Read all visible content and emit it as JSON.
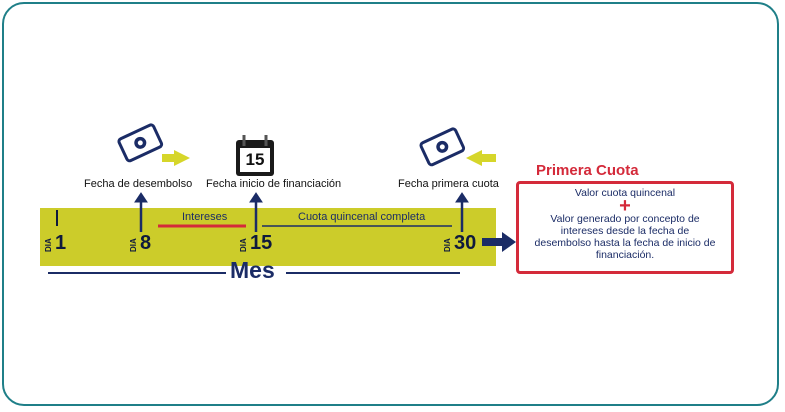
{
  "timeline": {
    "labels": {
      "disbursement": "Fecha de desembolso",
      "financing_start": "Fecha inicio de financiación",
      "first_payment": "Fecha primera cuota"
    },
    "segments": {
      "interest": "Intereses",
      "full_installment": "Cuota quincenal completa"
    },
    "day_prefix": "DIA",
    "days": [
      "1",
      "8",
      "15",
      "30"
    ],
    "month": "Mes",
    "calendar_day": "15"
  },
  "first_payment_box": {
    "title": "Primera Cuota",
    "line1": "Valor cuota quincenal",
    "plus": "+",
    "line2": "Valor generado por concepto de",
    "line3": "intereses desde la fecha de",
    "line4": "desembolso hasta la fecha de inicio de",
    "line5": "financiación."
  },
  "colors": {
    "band": "#cccc2a",
    "navy": "#1b2c66",
    "red": "#d42a3a",
    "frame": "#1f7f88",
    "arrow_yellow": "#d6d62a"
  },
  "icons": [
    "money-hand-icon",
    "calendar-icon",
    "arrow-right-icon",
    "arrow-left-icon"
  ]
}
